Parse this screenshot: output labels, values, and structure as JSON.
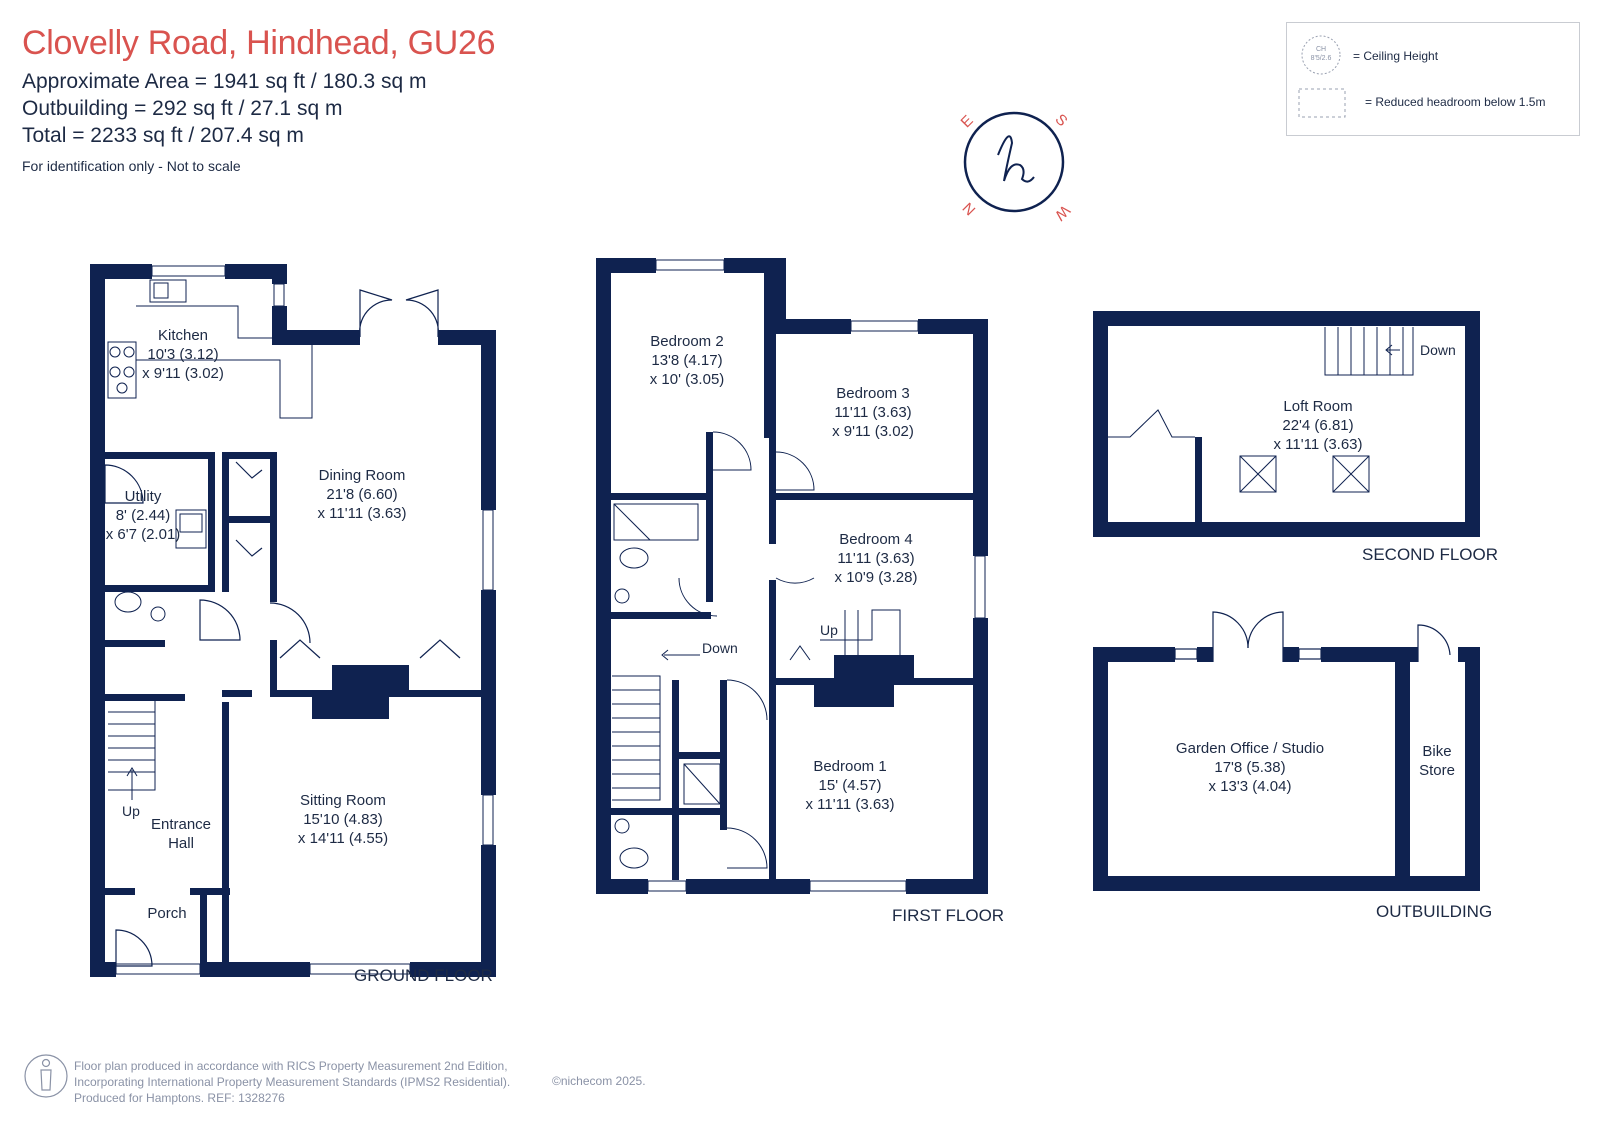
{
  "header": {
    "title": "Clovelly Road, Hindhead, GU26",
    "approx_area": "Approximate Area = 1941  sq ft / 180.3  sq m",
    "outbuilding_area": "Outbuilding = 292 sq ft / 27.1 sq m",
    "total_area": "Total = 2233 sq ft / 207.4 sq m",
    "note": "For identification only - Not to scale"
  },
  "legend": {
    "ceiling_badge": "CH",
    "ceiling_badge_value": "8'5/2.6",
    "ceiling_label": "= Ceiling Height",
    "headroom_label": "= Reduced headroom below 1.5m"
  },
  "compass": {
    "logo_letter": "h",
    "letters": [
      "S",
      "W",
      "N",
      "E"
    ]
  },
  "ground_floor": {
    "label": "GROUND FLOOR",
    "rooms": [
      {
        "name": "Kitchen",
        "dims": [
          "10'3 (3.12)",
          "x 9'11 (3.02)"
        ]
      },
      {
        "name": "Utility",
        "dims": [
          "8' (2.44)",
          "x 6'7 (2.01)"
        ]
      },
      {
        "name": "Dining Room",
        "dims": [
          "21'8 (6.60)",
          "x 11'11 (3.63)"
        ]
      },
      {
        "name": "Sitting Room",
        "dims": [
          "15'10 (4.83)",
          "x 14'11 (4.55)"
        ]
      },
      {
        "name": "Entrance",
        "dims": [
          "Hall"
        ]
      },
      {
        "name": "Porch",
        "dims": []
      }
    ],
    "stairs_label": "Up"
  },
  "first_floor": {
    "label": "FIRST FLOOR",
    "rooms": [
      {
        "name": "Bedroom 2",
        "dims": [
          "13'8 (4.17)",
          "x 10' (3.05)"
        ]
      },
      {
        "name": "Bedroom 3",
        "dims": [
          "11'11 (3.63)",
          "x 9'11 (3.02)"
        ]
      },
      {
        "name": "Bedroom 4",
        "dims": [
          "11'11 (3.63)",
          "x 10'9 (3.28)"
        ]
      },
      {
        "name": "Bedroom 1",
        "dims": [
          "15' (4.57)",
          "x 11'11 (3.63)"
        ]
      }
    ],
    "stairs_up": "Up",
    "stairs_down": "Down"
  },
  "second_floor": {
    "label": "SECOND FLOOR",
    "rooms": [
      {
        "name": "Loft Room",
        "dims": [
          "22'4 (6.81)",
          "x 11'11 (3.63)"
        ]
      }
    ],
    "stairs_down": "Down"
  },
  "outbuilding": {
    "label": "OUTBUILDING",
    "rooms": [
      {
        "name": "Garden Office / Studio",
        "dims": [
          "17'8 (5.38)",
          "x 13'3 (4.04)"
        ]
      },
      {
        "name": "Bike",
        "dims": [
          "Store"
        ]
      }
    ]
  },
  "footer": {
    "line1": "Floor plan produced in accordance with RICS Property Measurement 2nd Edition,",
    "line2": "Incorporating International Property Measurement Standards (IPMS2 Residential).",
    "line3": "Produced for Hamptons.   REF:  1328276",
    "copyright": "©nichecom 2025."
  },
  "colors": {
    "wall": "#0f2250",
    "title": "#d9534f",
    "text": "#1d2a44",
    "footer": "#8a92a6"
  }
}
